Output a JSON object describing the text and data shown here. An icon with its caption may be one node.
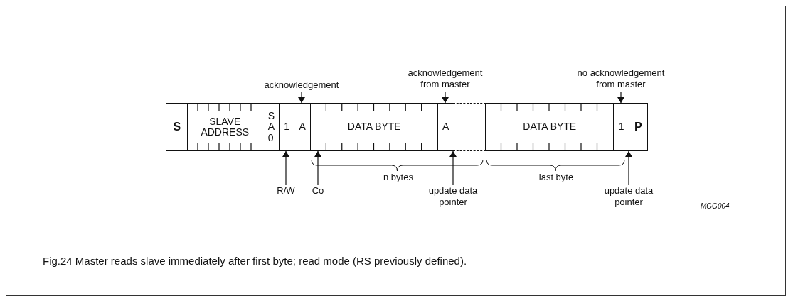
{
  "diagram": {
    "caption": "Fig.24  Master reads slave immediately after first byte; read mode (RS previously defined).",
    "nodes": [
      {
        "text": [
          "acknowledgement"
        ]
      },
      {
        "text": [
          "acknowledgement from master"
        ]
      },
      {
        "text": [
          "no acknowledgement from master"
        ]
      },
      {
        "text": [
          "S"
        ]
      },
      {
        "text": [
          "SLAVE ADDRESS"
        ]
      },
      {
        "text": [
          "S A 0"
        ]
      },
      {
        "text": [
          "1"
        ]
      },
      {
        "text": [
          "A"
        ]
      },
      {
        "text": [
          "DATA BYTE"
        ]
      },
      {
        "text": [
          "A"
        ]
      },
      {
        "text": [],
        "shape": "box"
      },
      {
        "text": [
          "DATA BYTE"
        ]
      },
      {
        "text": [
          "1"
        ]
      },
      {
        "text": [
          "P"
        ]
      },
      {
        "text": [
          "R/W"
        ]
      },
      {
        "text": [
          "Co"
        ]
      },
      {
        "text": [
          "update data pointer"
        ]
      },
      {
        "text": [
          "update data pointer"
        ]
      }
    ],
    "edges": [
      {
        "from": 0,
        "to": 7,
        "arrow": "to"
      },
      {
        "from": 1,
        "to": 9,
        "arrow": "to"
      },
      {
        "from": 2,
        "to": 12,
        "arrow": "to"
      },
      {
        "from": 14,
        "to": 6,
        "arrow": "to"
      },
      {
        "from": 15,
        "to": 8,
        "arrow": "to"
      },
      {
        "from": 16,
        "to": 9,
        "arrow": "to"
      },
      {
        "from": 17,
        "to": 12,
        "arrow": "to"
      }
    ],
    "labels": [
      "n bytes",
      "last byte",
      "MGG004"
    ]
  }
}
